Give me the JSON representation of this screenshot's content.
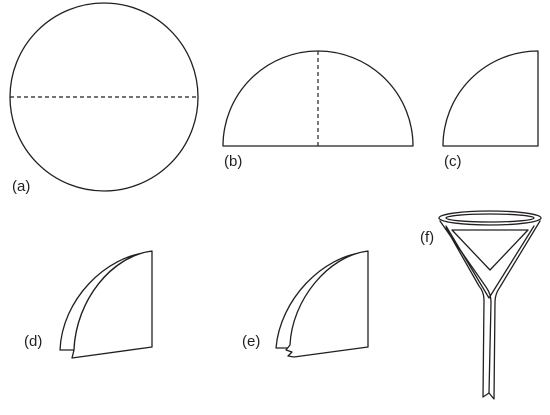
{
  "figure": {
    "labels": {
      "a": "(a)",
      "b": "(b)",
      "c": "(c)",
      "d": "(d)",
      "e": "(e)",
      "f": "(f)"
    }
  }
}
